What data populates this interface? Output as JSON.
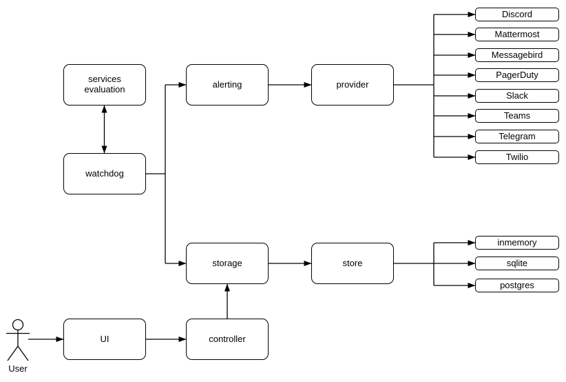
{
  "diagram": {
    "colors": {
      "background": "#ffffff",
      "stroke": "#000000",
      "node_fill": "#ffffff",
      "text": "#000000"
    },
    "nodes": {
      "services_evaluation": "services evaluation",
      "watchdog": "watchdog",
      "alerting": "alerting",
      "provider": "provider",
      "storage": "storage",
      "store": "store",
      "ui": "UI",
      "controller": "controller"
    },
    "providers": [
      "Discord",
      "Mattermost",
      "Messagebird",
      "PagerDuty",
      "Slack",
      "Teams",
      "Telegram",
      "Twilio"
    ],
    "stores": [
      "inmemory",
      "sqlite",
      "postgres"
    ],
    "actor": "User",
    "edges": [
      "services evaluation <-> watchdog",
      "watchdog -> alerting",
      "watchdog -> storage",
      "alerting -> provider",
      "provider -> Discord",
      "provider -> Mattermost",
      "provider -> Messagebird",
      "provider -> PagerDuty",
      "provider -> Slack",
      "provider -> Teams",
      "provider -> Telegram",
      "provider -> Twilio",
      "storage -> store",
      "store -> inmemory",
      "store -> sqlite",
      "store -> postgres",
      "User -> UI",
      "UI -> controller",
      "controller -> storage"
    ]
  }
}
